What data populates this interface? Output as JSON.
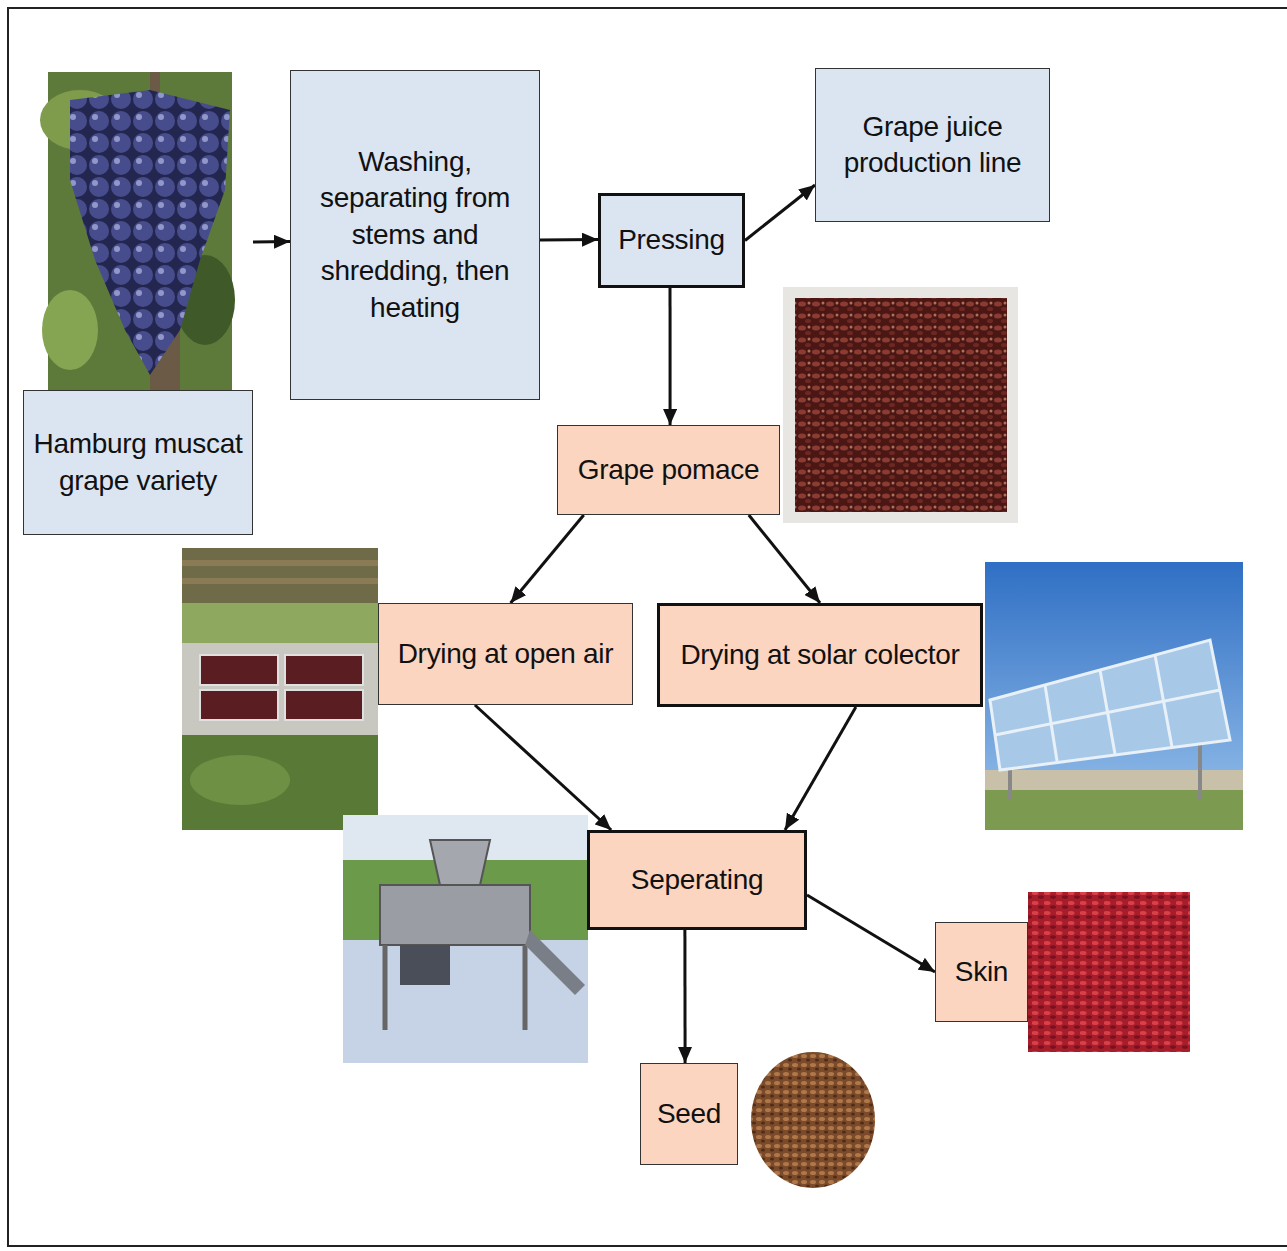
{
  "diagram": {
    "nodes": [
      {
        "text": [
          "Hamburg muscat grape variety"
        ]
      },
      {
        "text": [
          "Washing, separating from stems and shredding, then heating"
        ]
      },
      {
        "text": [
          "Pressing"
        ]
      },
      {
        "text": [
          "Grape juice production line"
        ]
      },
      {
        "text": [
          "Grape pomace"
        ]
      },
      {
        "text": [
          "Drying at open air"
        ]
      },
      {
        "text": [
          "Drying at solar colector"
        ]
      },
      {
        "text": [
          "Seperating"
        ]
      },
      {
        "text": [
          "Skin"
        ]
      },
      {
        "text": [
          "Seed"
        ]
      }
    ],
    "edges": [
      {
        "from": 0,
        "to": 1,
        "arrow": "to"
      },
      {
        "from": 1,
        "to": 2,
        "arrow": "to"
      },
      {
        "from": 2,
        "to": 3,
        "arrow": "to"
      },
      {
        "from": 2,
        "to": 4,
        "arrow": "to"
      },
      {
        "from": 4,
        "to": 5,
        "arrow": "to"
      },
      {
        "from": 4,
        "to": 6,
        "arrow": "to"
      },
      {
        "from": 5,
        "to": 7,
        "arrow": "to"
      },
      {
        "from": 6,
        "to": 7,
        "arrow": "to"
      },
      {
        "from": 7,
        "to": 9,
        "arrow": "to"
      },
      {
        "from": 7,
        "to": 8,
        "arrow": "to"
      }
    ]
  }
}
